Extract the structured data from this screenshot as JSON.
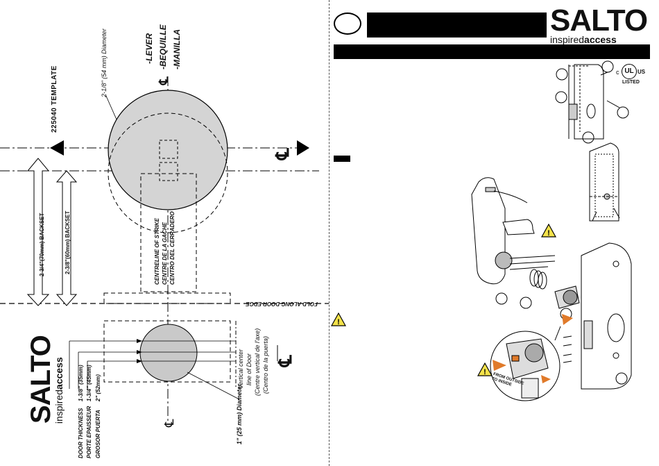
{
  "template": {
    "title": "225040 TEMPLATE",
    "diameter_large": "2-1/8\" (54 mm) Diameter",
    "diameter_small": "1\" (25 mm) Diameter",
    "lever_labels": [
      "-LEVER",
      "-BEQUILLE",
      "-MANILLA"
    ],
    "centerline_symbol": "℄",
    "backset_70": "2-3/4\"(70mm) BACKSET",
    "backset_60": "2-3/8\"(60mm) BACKSET",
    "strike_centre": [
      "CENTRELINE OF STRIKE",
      "CENTRE DE LA GACHE",
      "CENTRO DEL CERRADERO"
    ],
    "fold_text": "FOLD ALONG DOOR EDGE",
    "vertical_center": [
      "Vertical center",
      "line of Door",
      "(Centre vertical de l'axe)",
      "(Centro de la puerta)"
    ],
    "thickness_heading": [
      "DOOR THICKNESS",
      "PORTE EPAISSEUR",
      "GROSOR PUERTA"
    ],
    "thickness_values": [
      "1-3/8\" (35mm)",
      "1-3/4\" (45mm)",
      "2\" (52mm)"
    ]
  },
  "brand": {
    "name": "SALTO",
    "tagline_light": "inspired",
    "tagline_bold": "access"
  },
  "ul": {
    "mark": "UL",
    "c": "c",
    "us": "US",
    "listed": "LISTED"
  },
  "diagram": {
    "from_outside": [
      "FROM OUTSIDE",
      "TO INSIDE"
    ]
  },
  "colors": {
    "warning_fill": "#f3e24a",
    "orange_arrow": "#e07a2a",
    "circle_fill": "#d4d4d4"
  },
  "icons": [
    "warning-icon",
    "centerline-icon",
    "ul-listed-icon"
  ]
}
